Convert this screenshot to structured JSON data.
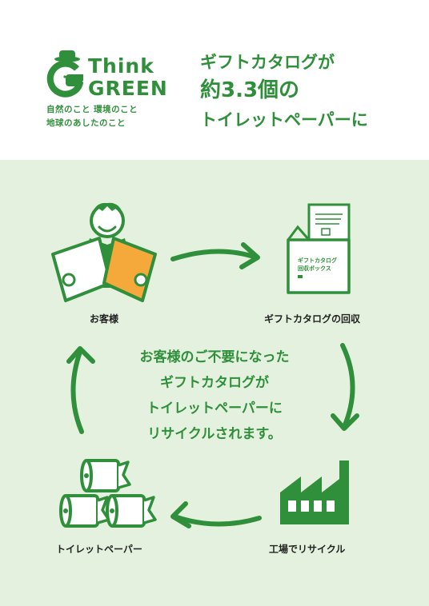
{
  "logo": {
    "think": "Think",
    "green": "GREEN",
    "tagline1": "自然のこと 環境のこと",
    "tagline2": "地球のあしたのこと"
  },
  "headline": {
    "line1": "ギフトカタログが",
    "line2": "約3.3個の",
    "line3": "トイレットペーパーに"
  },
  "cycle": {
    "customer": "お客様",
    "collection": "ギフトカタログの回収",
    "factory": "工場でリサイクル",
    "toilet_paper": "トイレットペーパー"
  },
  "box_label": {
    "line1": "ギフトカタログ",
    "line2": "回収ボックス"
  },
  "center_message": {
    "line1": "お客様のご不要になった",
    "line2": "ギフトカタログが",
    "line3": "トイレットペーパーに",
    "line4": "リサイクルされます。"
  },
  "colors": {
    "green": "#2f8f3a",
    "pale_green": "#e4f1df",
    "orange": "#f5a93a"
  }
}
